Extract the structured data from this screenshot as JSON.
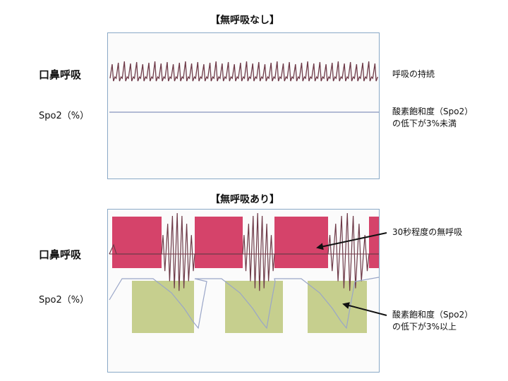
{
  "top": {
    "title": "【無呼吸なし】",
    "airflow_label": "口鼻呼吸",
    "spo2_label": "Spo2（%）",
    "note_breathing": "呼吸の持続",
    "note_spo2_line1": "酸素飽和度（Spo2）",
    "note_spo2_line2": "の低下が3%未満"
  },
  "bottom": {
    "title": "【無呼吸あり】",
    "airflow_label": "口鼻呼吸",
    "spo2_label": "Spo2（%）",
    "note_apnea": "30秒程度の無呼吸",
    "note_spo2_line1": "酸素飽和度（Spo2）",
    "note_spo2_line2": "の低下が3%以上"
  },
  "colors": {
    "panel_border": "#8aa9c7",
    "wave": "#6e3a48",
    "spo2_line": "#9aa6c8",
    "apnea_block": "#d5436a",
    "desat_block": "#c6cf8e",
    "arrow": "#111111"
  }
}
